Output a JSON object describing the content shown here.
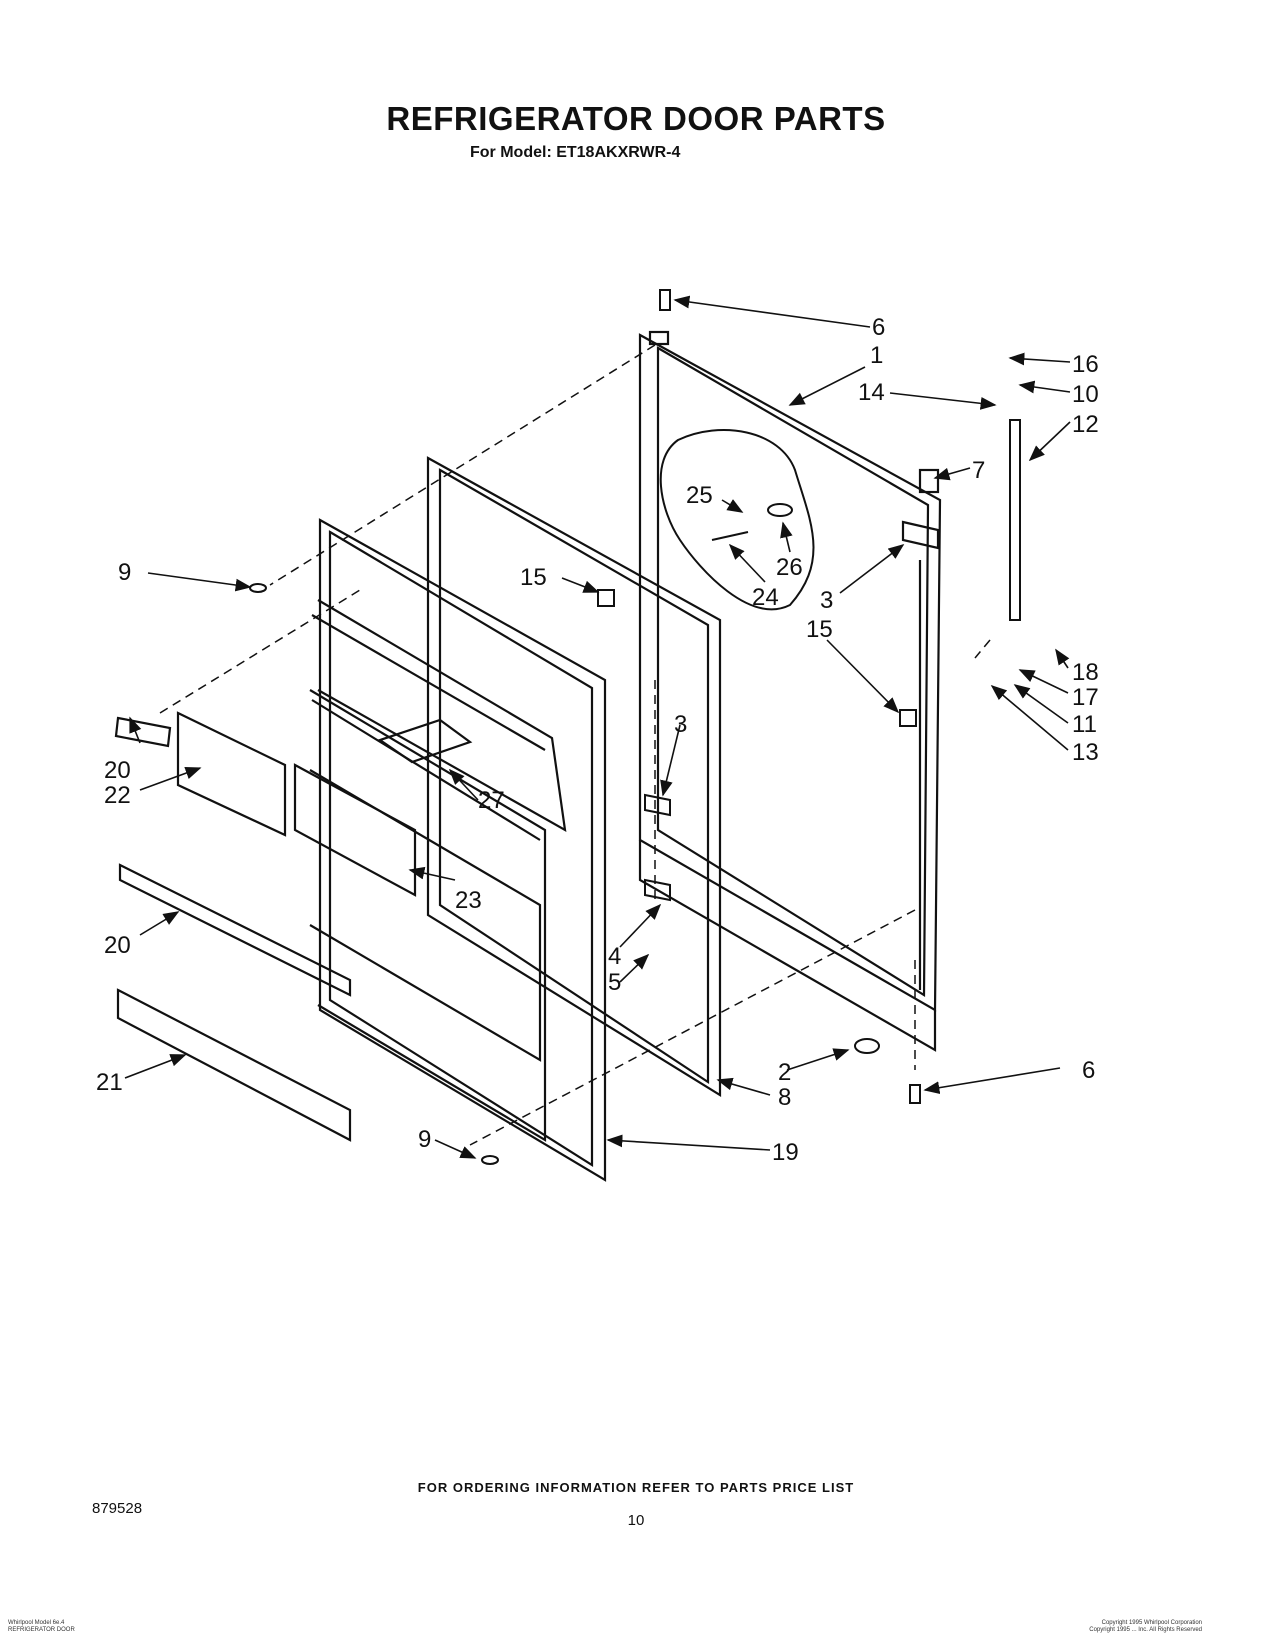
{
  "header": {
    "title": "REFRIGERATOR DOOR PARTS",
    "subtitle": "For Model: ET18AKXRWR-4"
  },
  "callouts": [
    "6",
    "1",
    "16",
    "14",
    "10",
    "12",
    "7",
    "25",
    "26",
    "24",
    "3",
    "9",
    "15",
    "15",
    "18",
    "17",
    "11",
    "13",
    "3",
    "20",
    "22",
    "27",
    "23",
    "20",
    "4",
    "5",
    "21",
    "2",
    "8",
    "6",
    "9",
    "19"
  ],
  "footer": {
    "ordering_note": "FOR ORDERING INFORMATION REFER TO PARTS PRICE LIST",
    "page_number": "10",
    "doc_number": "879528",
    "fine_print_left": [
      "Whirlpool Model 6e.4",
      "REFRIGERATOR DOOR"
    ],
    "fine_print_right": [
      "Copyright 1995 Whirlpool Corporation",
      "Copyright 1995 ... Inc. All Rights Reserved"
    ]
  }
}
